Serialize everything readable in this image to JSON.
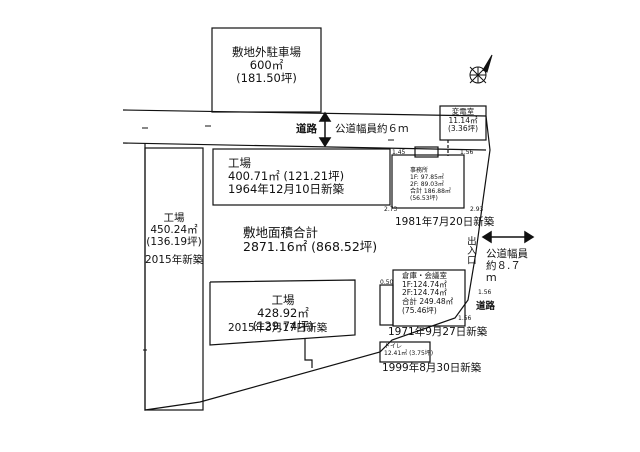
{
  "offsite_parking": {
    "name": "敷地外駐車場",
    "area_m2": "600㎡",
    "area_tsubo": "(181.50坪)"
  },
  "road_north": {
    "label": "道路",
    "width": "公道幅員約６ｍ"
  },
  "factory_north": {
    "name": "工場",
    "area": "400.71㎡ (121.21坪)",
    "built": "1964年12月10日新築"
  },
  "factory_west": {
    "name": "工場",
    "area_m2": "450.24㎡",
    "area_tsubo": "(136.19坪)",
    "built": "2015年新築"
  },
  "total_area": {
    "label": "敷地面積合計",
    "value": "2871.16㎡ (868.52坪)"
  },
  "factory_south": {
    "name": "工場",
    "area_m2": "428.92㎡",
    "area_tsubo": "(129.74坪)",
    "built": "2015年3月17日新築"
  },
  "substation": {
    "name": "変電室",
    "area_m2": "11.14㎡",
    "area_tsubo": "(3.36坪)"
  },
  "office": {
    "name": "事務所",
    "f1": "1F: 97.85㎡",
    "f2": "2F: 89.03㎡",
    "total": "合計 186.88㎡",
    "tsubo": "(56.53坪)",
    "built": "1981年7月20日新築"
  },
  "entrance": {
    "label": "出入口"
  },
  "road_east": {
    "width": "公道幅員約８.７ｍ",
    "label": "道路"
  },
  "warehouse": {
    "name": "倉庫・会議室",
    "f1": "1F:124.74㎡",
    "f2": "2F:124.74㎡",
    "total": "合計 249.48㎡",
    "tsubo": "(75.46坪)",
    "built": "1971年9月27日新築"
  },
  "toilet": {
    "name": "トイレ",
    "area": "12.41㎡ (3.75坪)",
    "built": "1999年8月30日新築"
  },
  "dimensions": {
    "d1": "2.73",
    "d2": "2.93",
    "d3": "1.56",
    "d4": "1.56",
    "d5": "0.50",
    "d6": "1.56",
    "d7": "1.45"
  }
}
